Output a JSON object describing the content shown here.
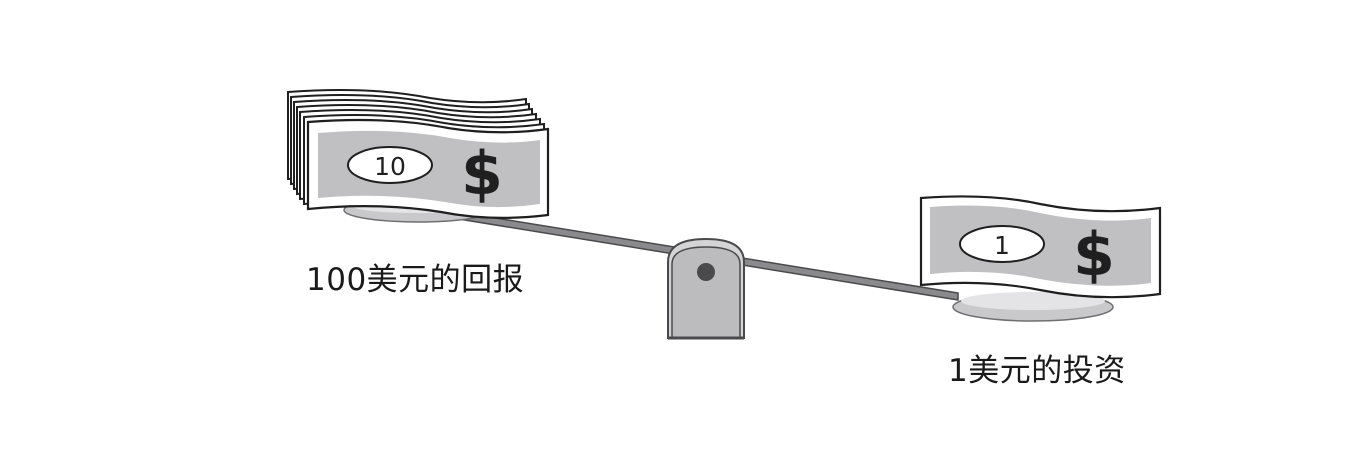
{
  "left_side": {
    "bill_denomination": "10",
    "bill_symbol": "$",
    "caption": "100美元的回报"
  },
  "right_side": {
    "bill_denomination": "1",
    "bill_symbol": "$",
    "caption": "1美元的投资"
  },
  "colors": {
    "bill_fill": "#c0c0c2",
    "pan_fill": "#c9c9cb",
    "pan_highlight": "#e4e4e6",
    "fulcrum_fill": "#bcbcbe",
    "beam": "#5c5c5e",
    "outline": "#1f1f1f"
  }
}
